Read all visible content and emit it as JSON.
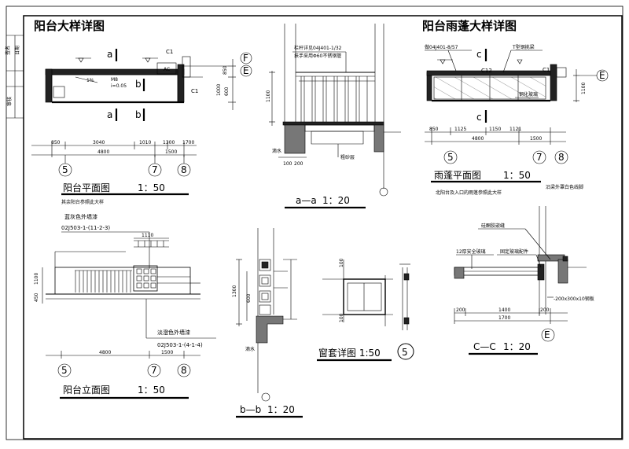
{
  "sidebar": {
    "stamp1": "签名",
    "stamp2": "日期",
    "stamp3": "审核"
  },
  "titles": {
    "plan_detail": "阳台大样详图",
    "canopy_detail": "阳台雨蓬大样详图"
  },
  "plan": {
    "caption": "阳台平面图",
    "scale": "1：50",
    "note": "其余阳台参照此大样",
    "labels": {
      "c1": "C1",
      "ac": "AC",
      "m8": "M8",
      "slope": "1%",
      "i": "i=0.05"
    },
    "dims": [
      "850",
      "3040",
      "1010",
      "1300",
      "1700",
      "4800",
      "1500"
    ],
    "vdims": [
      "850",
      "1000",
      "600"
    ],
    "axes": [
      "5",
      "7",
      "8"
    ],
    "row_axes": [
      "F",
      "E"
    ],
    "section_marks": [
      "a",
      "b",
      "a",
      "b"
    ]
  },
  "sec_aa": {
    "caption": "a—a",
    "scale": "1：20",
    "rail_note": "栏杆详见04J401-1/32",
    "rail_sub": "扶手采用Φ60不锈钢管",
    "drain_label": "滴水",
    "fill_label": "粗砂层",
    "dims": [
      "1100",
      "100",
      "200"
    ]
  },
  "canopy": {
    "caption": "雨蓬平面图",
    "scale": "1：50",
    "top_note": "做04J401-8/57",
    "beam_note": "T型钢挑梁",
    "c12": "C12",
    "c1": "C1",
    "glass_note": "钢化玻璃",
    "side_note": "沿梁外罩白色线脚",
    "note": "北阳台及入口的雨蓬参照此大样",
    "dims": [
      "850",
      "1125",
      "1150",
      "1121",
      "4800",
      "1500"
    ],
    "vdims": [
      "1100"
    ],
    "axes": [
      "5",
      "7",
      "8"
    ],
    "row_axis": "E"
  },
  "elevation": {
    "caption": "阳台立面图",
    "scale": "1：50",
    "top_note": "蓝灰色外墙漆",
    "top_code": "02J503-1-(11-2-3)",
    "bottom_note": "淡澄色外墙漆",
    "bottom_code": "02J503-1-(4-1-4)",
    "dims_top": [
      "1110"
    ],
    "dims_bottom": [
      "4800",
      "1500"
    ],
    "vdims": [
      "1100",
      "450"
    ],
    "axes": [
      "5",
      "7",
      "8"
    ]
  },
  "sec_bb": {
    "caption": "b—b",
    "scale": "1：20",
    "drain_label": "滴水",
    "dims": [
      "1300",
      "600"
    ]
  },
  "window": {
    "caption": "窗套详图 1:50",
    "ref": "5",
    "dims": [
      "100",
      "100"
    ]
  },
  "sec_cc": {
    "caption": "C—C",
    "scale": "1：20",
    "note1": "硅酮胶嵌缝",
    "note2": "12厚安全玻璃",
    "note3": "固定玻璃配件",
    "note4": "-200x300x10钢板",
    "dims": [
      "200",
      "1400",
      "200",
      "1700"
    ],
    "axis": "E"
  }
}
